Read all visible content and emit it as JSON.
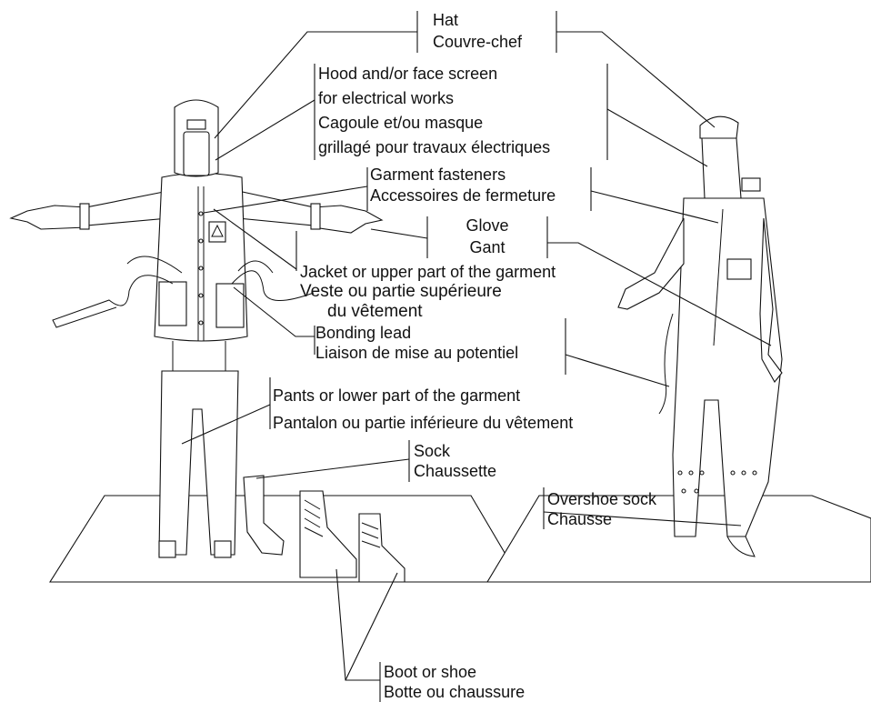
{
  "labels": {
    "hat": [
      "Hat",
      "Couvre-chef"
    ],
    "hood": [
      "Hood and/or face screen",
      "for electrical works",
      "Cagoule et/ou masque",
      "grillagé pour travaux électriques"
    ],
    "fasteners": [
      "Garment fasteners",
      "Accessoires de fermeture"
    ],
    "glove": [
      "Glove",
      "Gant"
    ],
    "jacket": [
      "Jacket or upper part of the garment",
      "Veste ou partie supérieure",
      "du vêtement"
    ],
    "bonding": [
      "Bonding lead",
      "Liaison de mise au potentiel"
    ],
    "pants": [
      "Pants or lower part of the garment",
      "Pantalon ou partie inférieure du vêtement"
    ],
    "sock": [
      "Sock",
      "Chaussette"
    ],
    "overshoe": [
      "Overshoe sock",
      "Chausse"
    ],
    "boot": [
      "Boot or shoe",
      "Botte ou chaussure"
    ]
  }
}
